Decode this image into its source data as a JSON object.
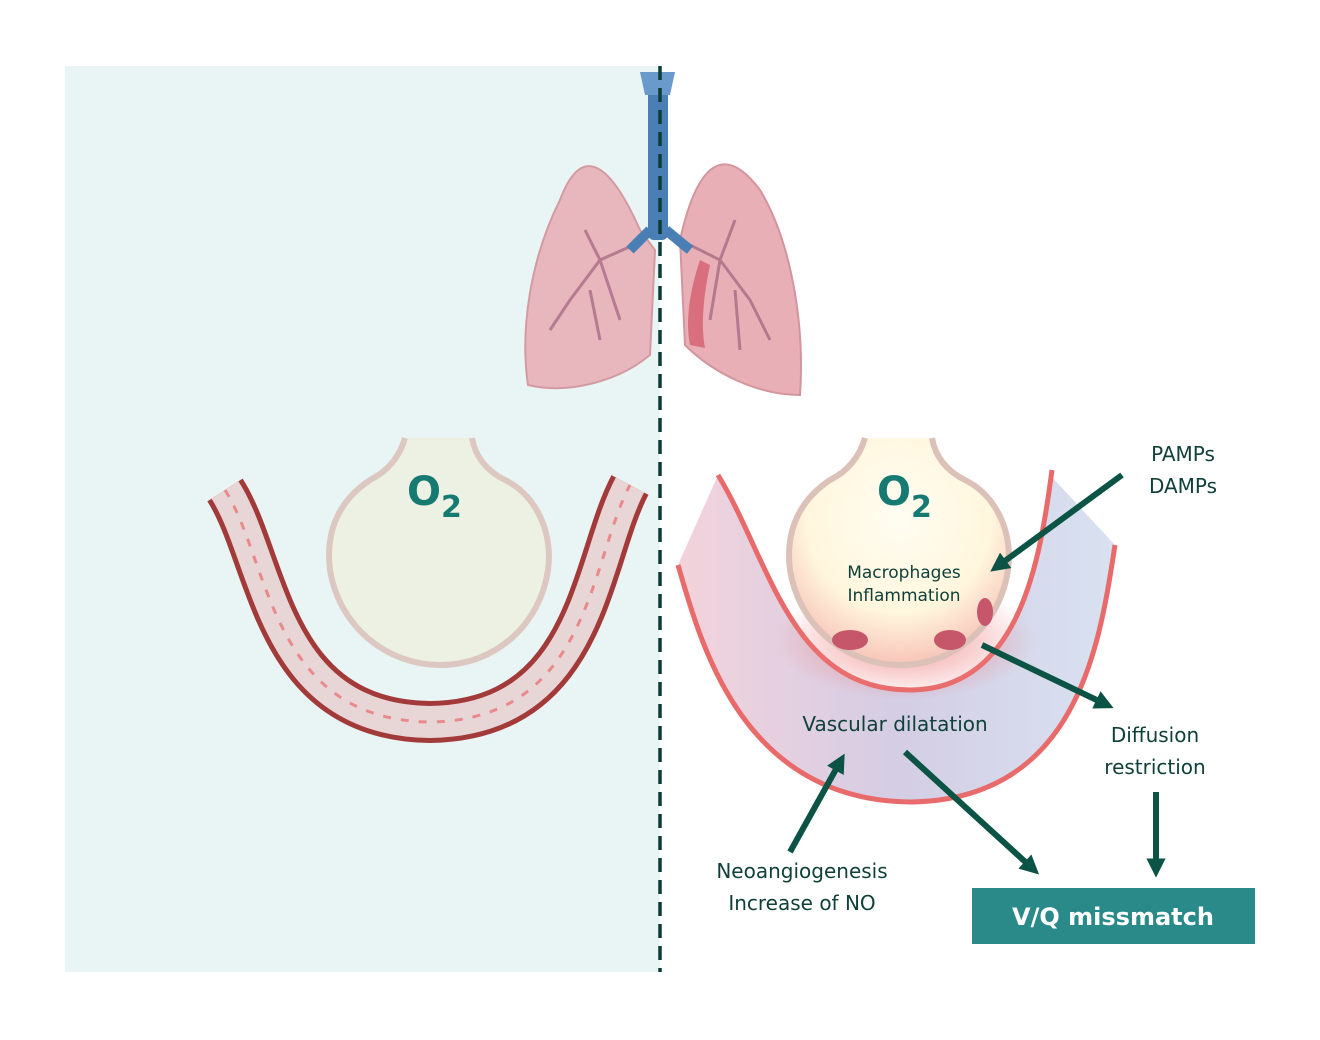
{
  "left_panel": {
    "o2_label": "O",
    "o2_sub": "2"
  },
  "right_panel": {
    "o2_label": "O",
    "o2_sub": "2",
    "alveolus_text": [
      "Macrophages",
      "Inflammation"
    ],
    "pamps_text": [
      "PAMPs",
      "DAMPs"
    ],
    "vascular_text": "Vascular dilatation",
    "diffusion_text": [
      "Diffusion",
      "restriction"
    ],
    "neo_text": [
      "Neoangiogenesis",
      "Increase of NO"
    ],
    "result_box": "V/Q missmatch"
  },
  "colors": {
    "accent": "#2a8a8a",
    "arrow": "#0b5345",
    "panel_bg": "#e9f4f4",
    "vessel": "#a33a3a"
  }
}
